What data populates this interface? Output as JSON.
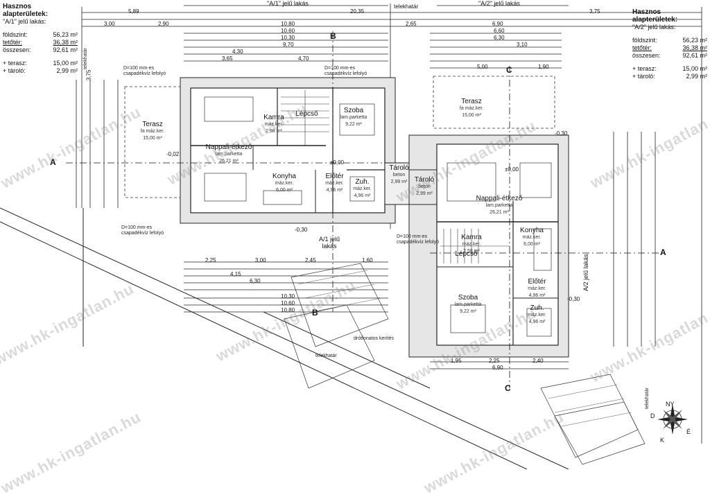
{
  "left_panel": {
    "title": "Hasznos alapterületek:",
    "subtitle": "\"A/1\" jelű lakás:",
    "rows": [
      {
        "label": "földszint:",
        "value": "56,23 m²"
      },
      {
        "label": "tetőtér:",
        "value": "36,38 m²"
      },
      {
        "label": "összesen:",
        "value": "92,61 m²"
      },
      {
        "label": "+ terasz:",
        "value": "15,00 m²"
      },
      {
        "label": "+ tároló:",
        "value": "2,99 m²"
      }
    ]
  },
  "right_panel": {
    "title": "Hasznos alapterületek:",
    "subtitle": "\"A/2\" jelű lakás:",
    "rows": [
      {
        "label": "földszint:",
        "value": "56,23 m²"
      },
      {
        "label": "tetőtér:",
        "value": "36,38 m²"
      },
      {
        "label": "összesen:",
        "value": "92,61 m²"
      },
      {
        "label": "+ terasz:",
        "value": "15,00 m²"
      },
      {
        "label": "+ tároló:",
        "value": "2,99 m²"
      }
    ]
  },
  "top_headers": {
    "a1": "\"A/1\" jelű lakás",
    "telekhatar": "telekhatár",
    "a2": "\"A/2\" jelű lakás"
  },
  "top_dims": {
    "d589": "5,89",
    "d2035": "20,35",
    "d375a": "3,75",
    "d375b": "3,75",
    "d300": "3,00",
    "d290": "2,90",
    "d1080": "10,80",
    "d265": "2,65",
    "d690": "6,90",
    "d1060": "10,60",
    "d1030": "10,30",
    "d970": "9,70",
    "d430": "4,30",
    "d365": "3,65",
    "d470": "4,70",
    "d660": "6,60",
    "d630": "6,30",
    "d310": "3,10",
    "d500": "5,00",
    "d190": "1,90"
  },
  "rooms_a1": [
    {
      "name": "Terasz",
      "floor": "fa máz.ker.",
      "area": "15,00 m²"
    },
    {
      "name": "Kamra",
      "floor": "máz.ker.",
      "area": "2,58 m²"
    },
    {
      "name": "Lépcső",
      "floor": "",
      "area": ""
    },
    {
      "name": "Szoba",
      "floor": "lam.parketta",
      "area": "9,22 m²"
    },
    {
      "name": "Nappali-étkező",
      "floor": "lam.parketta",
      "area": "26,21 m²"
    },
    {
      "name": "Konyha",
      "floor": "máz.ker.",
      "area": "6,00 m²"
    },
    {
      "name": "Előtér",
      "floor": "máz.ker.",
      "area": "4,96 m²"
    },
    {
      "name": "Zuh.",
      "floor": "máz.ker.",
      "area": "4,96 m²"
    },
    {
      "name": "Tároló",
      "floor": "beton",
      "area": "2,99 m²"
    }
  ],
  "rooms_a2": [
    {
      "name": "Terasz",
      "floor": "fa máz.ker.",
      "area": "15,00 m²"
    },
    {
      "name": "Tároló",
      "floor": "beton",
      "area": "2,99 m²"
    },
    {
      "name": "Nappali-étkező",
      "floor": "lam.parketta",
      "area": "26,21 m²"
    },
    {
      "name": "Konyha",
      "floor": "máz.ker.",
      "area": "6,00 m²"
    },
    {
      "name": "Kamra",
      "floor": "máz.ker.",
      "area": "2,58 m²"
    },
    {
      "name": "Lépcső",
      "floor": "",
      "area": ""
    },
    {
      "name": "Előtér",
      "floor": "máz.ker.",
      "area": "4,96 m²"
    },
    {
      "name": "Szoba",
      "floor": "lam.parketta",
      "area": "9,22 m²"
    },
    {
      "name": "Zuh.",
      "floor": "máz.ker.",
      "area": "4,96 m²"
    }
  ],
  "notes": {
    "drain1": "D=100 mm-es csapadékvíz lefolyó",
    "drain2": "D=100 mm-es csapadékvíz lefolyó",
    "drain3": "D=100 mm-es csapadékvíz lefolyó",
    "drain4": "D=100 mm-es csapadékvíz lefolyó",
    "fence": "drótfonatos kerítés",
    "telek1": "telekhatár",
    "telek2": "telekhatár",
    "telek3": "telekhatár",
    "entry_a1": "A/1 jelű lakás",
    "entry_a2": "A/2 jelű lakás"
  },
  "section_marks": {
    "a": "A",
    "b": "B",
    "c": "C"
  },
  "levels": {
    "l1": "±0,00",
    "l2": "-0,02",
    "l3": "-0,30",
    "l4": "-0,30",
    "l5": "-0,30",
    "l6": "±0,00"
  },
  "bottom_dims": {
    "b225": "2,25",
    "b300": "3,00",
    "b245": "2,45",
    "b160": "1,60",
    "b415": "4,15",
    "b630": "6,30",
    "b1030": "10,30",
    "b1060": "10,60",
    "b1080": "10,80",
    "c195": "1,95",
    "c225": "2,25",
    "c240": "2,40",
    "c690": "6,90"
  },
  "compass": {
    "e": "É",
    "k": "K",
    "d": "D",
    "n": "NY"
  },
  "watermark": "www.hk-ingatlan.hu"
}
